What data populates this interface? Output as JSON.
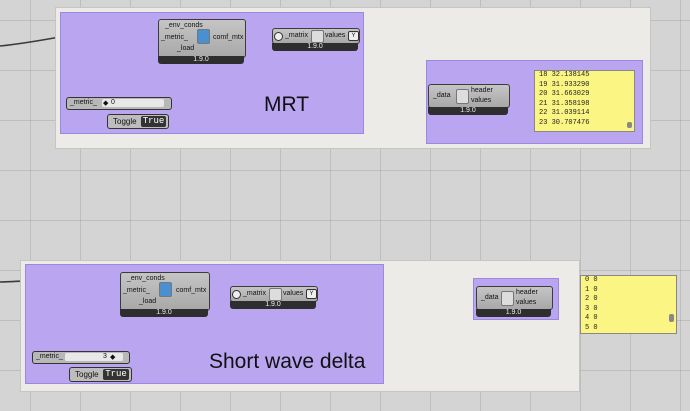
{
  "top": {
    "group_label": "MRT",
    "comfort_component": {
      "inputs": [
        "_env_conds",
        "_metric_",
        "_load"
      ],
      "output": "comf_mtx",
      "version": "1.9.0"
    },
    "matrix_component": {
      "input": "_matrix",
      "output": "values",
      "version": "1.9.0"
    },
    "data_component": {
      "input": "_data",
      "outputs": [
        "header",
        "values"
      ],
      "version": "1.9.0"
    },
    "slider": {
      "label": "_metric_",
      "value": "0"
    },
    "toggle": {
      "label": "Toggle",
      "value": "True"
    },
    "panel_rows": [
      "18 32.138145",
      "19 31.933290",
      "20 31.663029",
      "21 31.358198",
      "22 31.039114",
      "23 30.707476"
    ]
  },
  "bottom": {
    "group_label": "Short wave delta",
    "comfort_component": {
      "inputs": [
        "_env_conds",
        "_metric_",
        "_load"
      ],
      "output": "comf_mtx",
      "version": "1.9.0"
    },
    "matrix_component": {
      "input": "_matrix",
      "output": "values",
      "version": "1.9.0"
    },
    "data_component": {
      "input": "_data",
      "outputs": [
        "header",
        "values"
      ],
      "version": "1.9.0"
    },
    "slider": {
      "label": "_metric_",
      "value": "3"
    },
    "toggle": {
      "label": "Toggle",
      "value": "True"
    },
    "panel_rows": [
      "0 0",
      "1 0",
      "2 0",
      "3 0",
      "4 0",
      "5 0"
    ]
  },
  "colors": {
    "canvas": "#d4d4d4",
    "group": "#b9a5f0",
    "panel": "#fbf584",
    "frame": "#ecebe7"
  }
}
